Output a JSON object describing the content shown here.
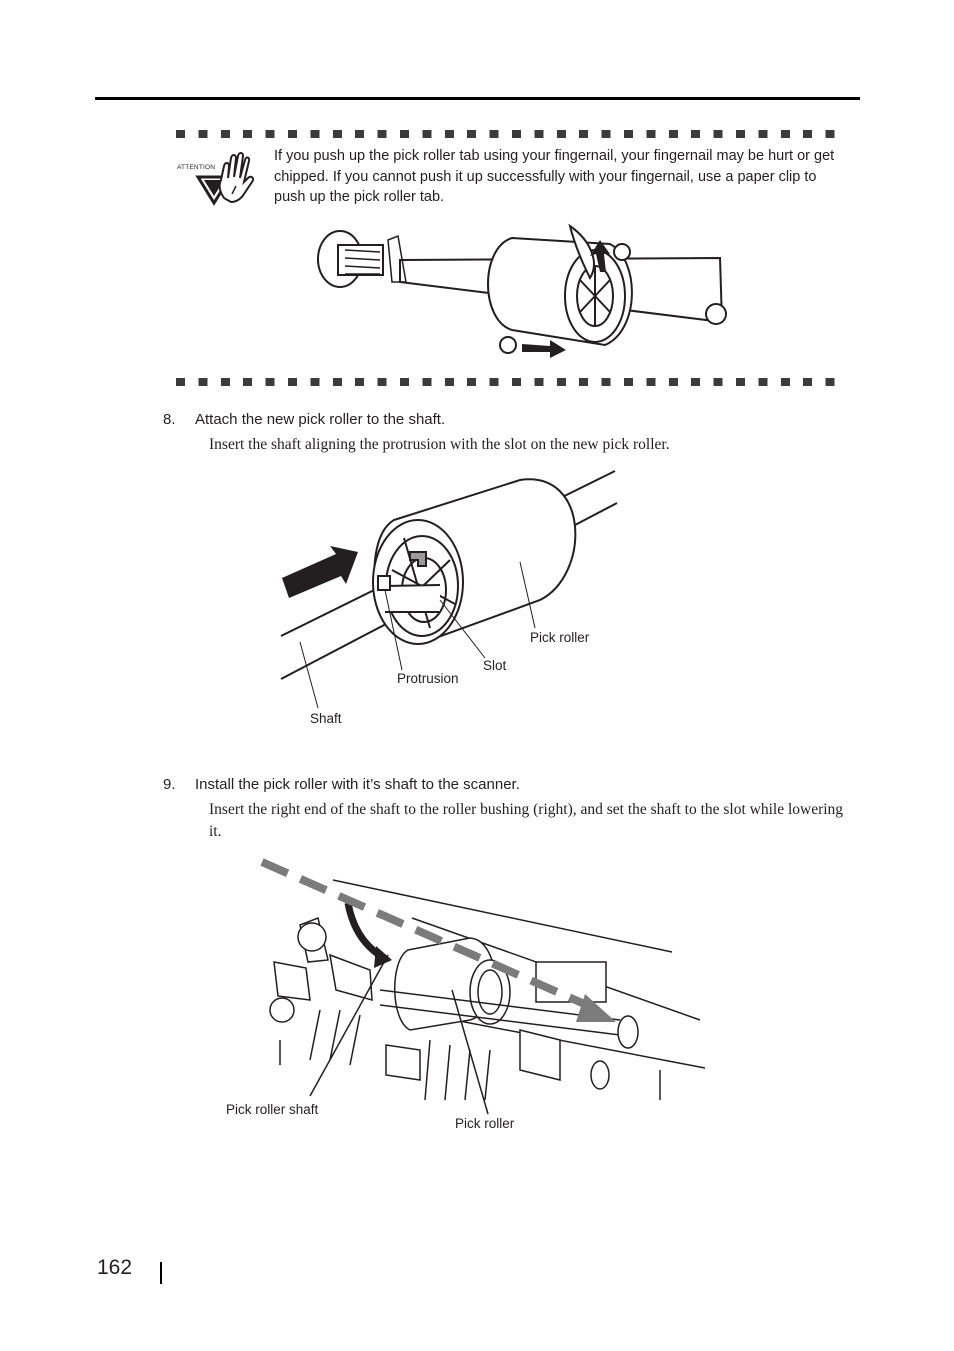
{
  "attention": {
    "icon_label": "ATTENTION",
    "text": "If you push up the pick roller tab using your fingernail, your fingernail may be hurt or get chipped. If you cannot push it up successfully with your fingernail, use a paper clip to push up the pick roller tab."
  },
  "steps": [
    {
      "number": "8.",
      "heading": "Attach the new pick roller to the shaft.",
      "body": "Insert the shaft aligning the protrusion with the slot on the new pick roller.",
      "labels": {
        "pick_roller": "Pick roller",
        "slot": "Slot",
        "protrusion": "Protrusion",
        "shaft": "Shaft"
      }
    },
    {
      "number": "9.",
      "heading": "Install the pick roller with it’s shaft to the scanner.",
      "body": "Insert the right end of the shaft to the roller bushing (right), and set the shaft to the slot while lowering it.",
      "labels": {
        "pick_roller_shaft": "Pick roller shaft",
        "pick_roller": "Pick roller"
      }
    }
  ],
  "footer": {
    "page_number": "162"
  },
  "icons": [
    "attention-hand-icon",
    "push-arrow-icon",
    "dashed-arrow-icon"
  ]
}
